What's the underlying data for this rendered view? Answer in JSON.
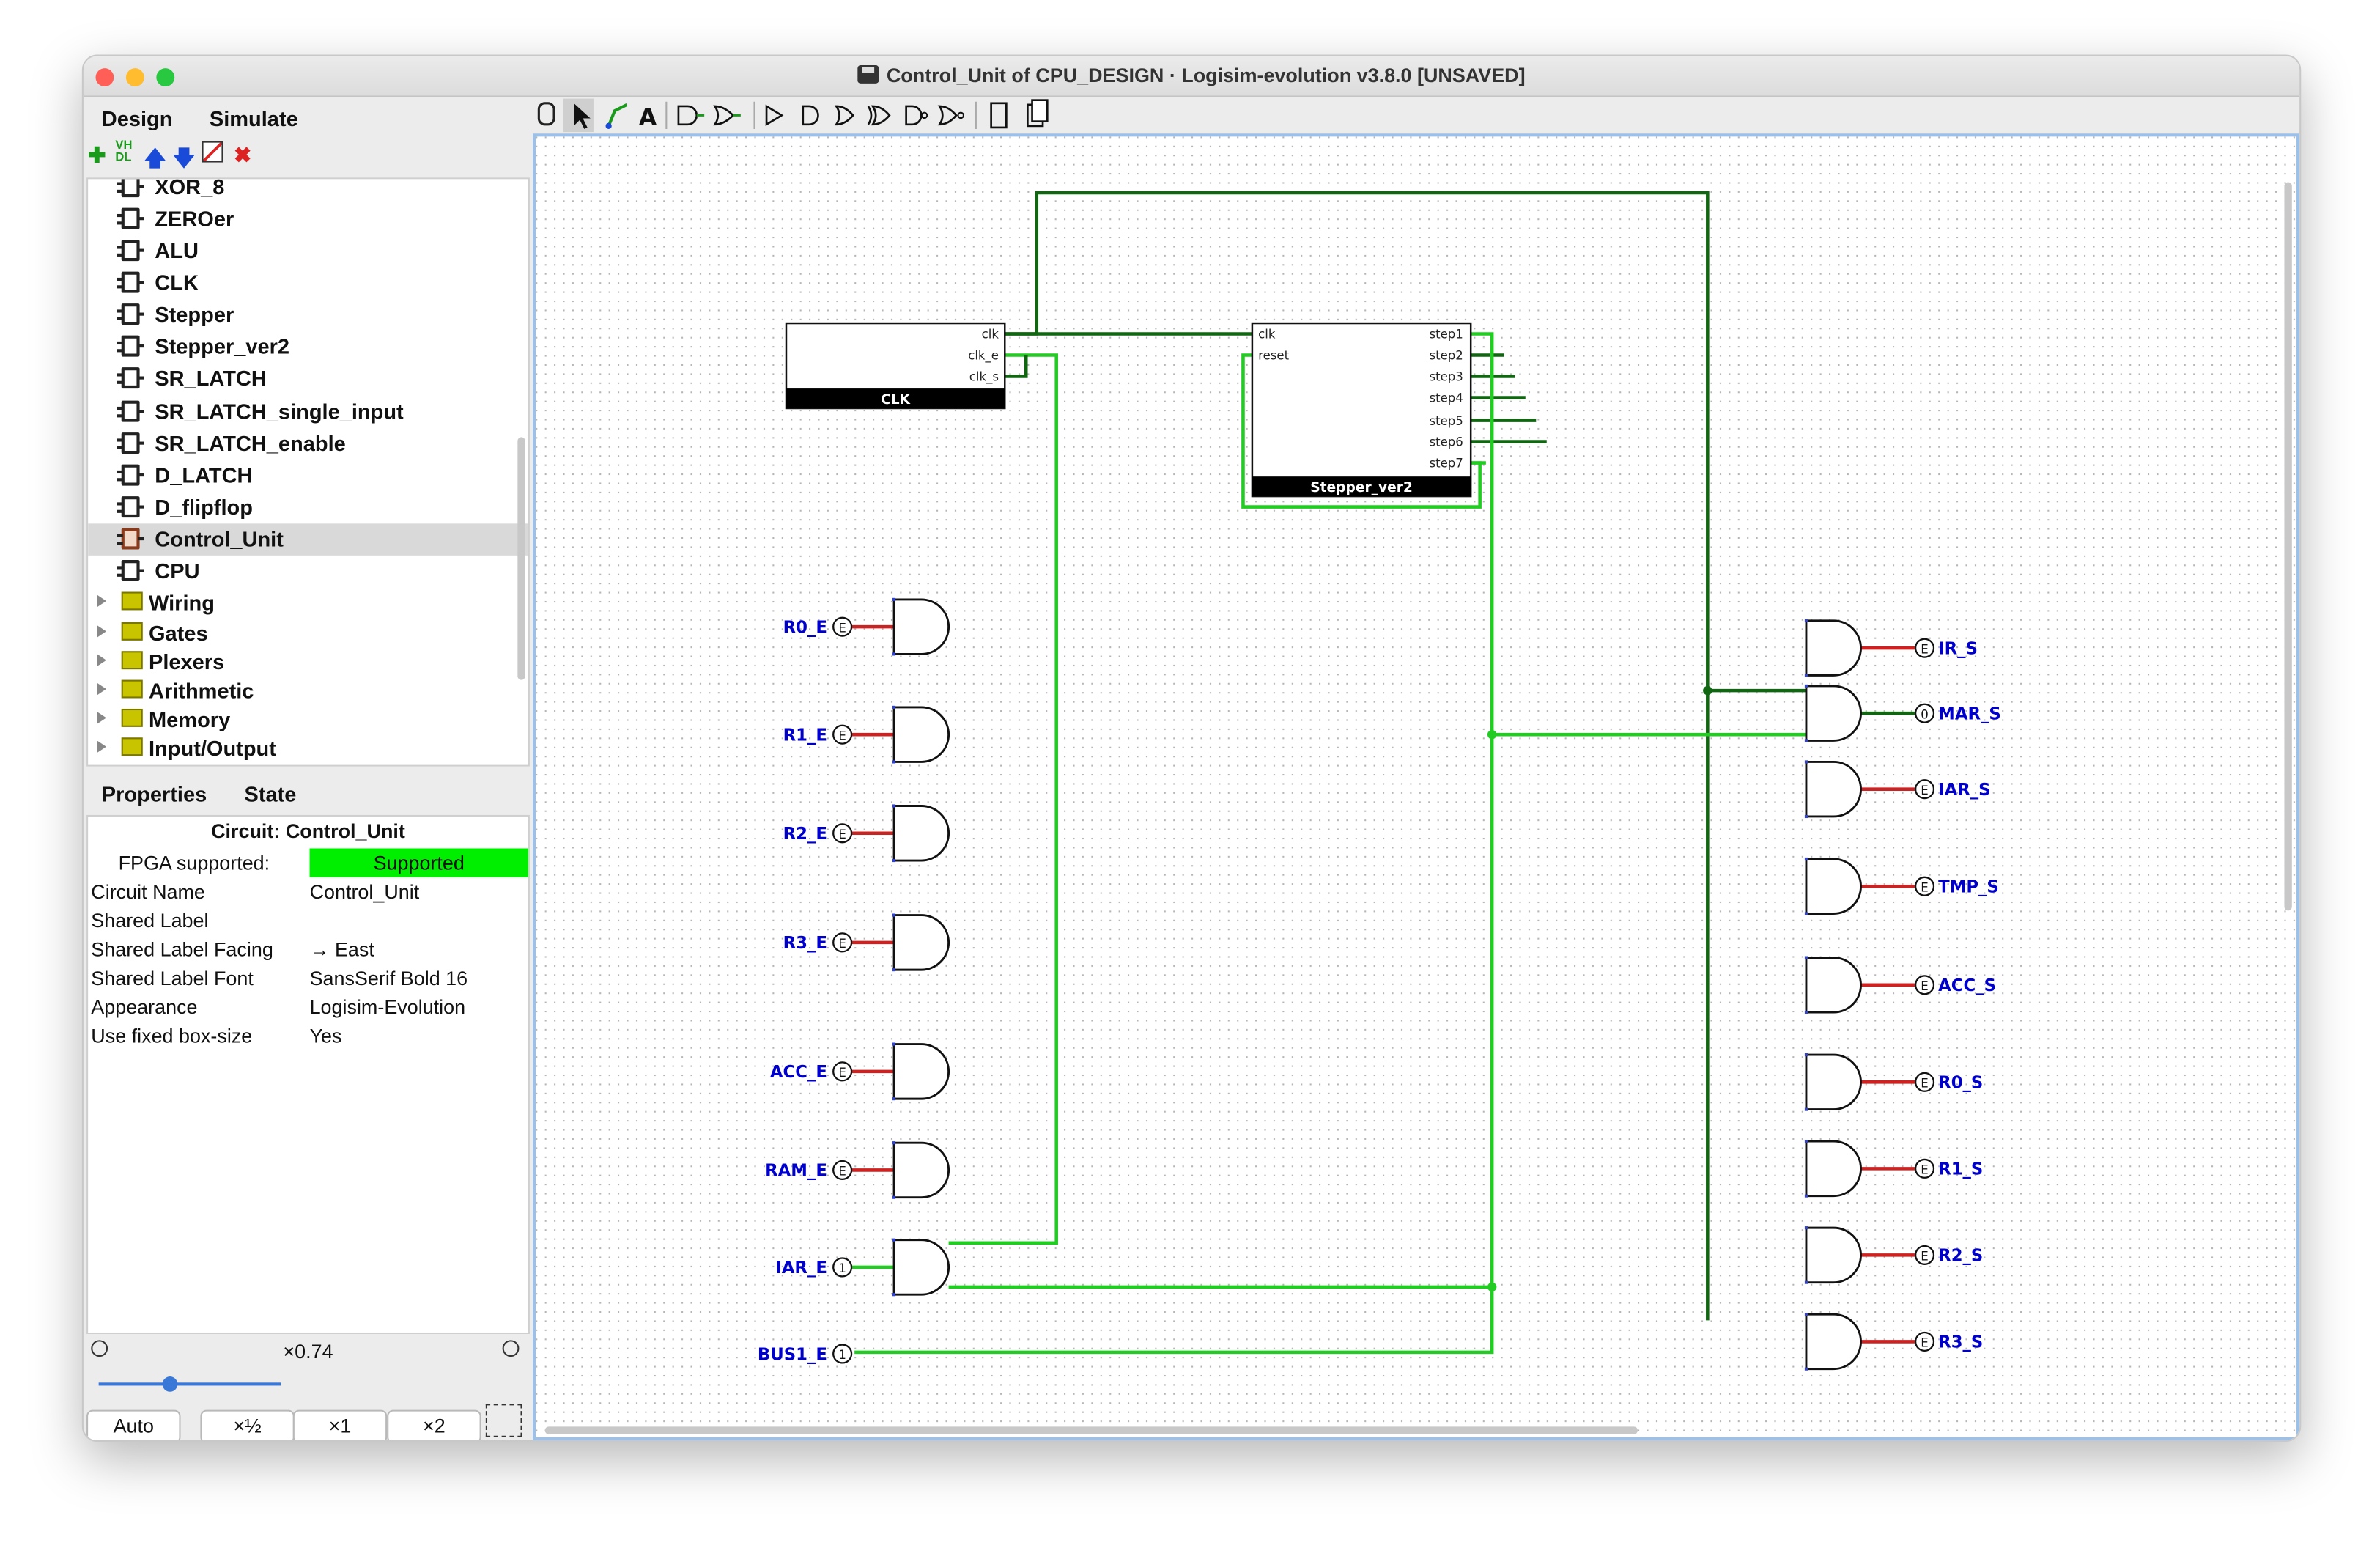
{
  "window": {
    "title": "Control_Unit of CPU_DESIGN · Logisim-evolution v3.8.0 [UNSAVED]"
  },
  "tabs": {
    "design": "Design",
    "simulate": "Simulate"
  },
  "explorer": {
    "items": [
      {
        "label": "XOR_8",
        "kind": "circuit"
      },
      {
        "label": "ZEROer",
        "kind": "circuit"
      },
      {
        "label": "ALU",
        "kind": "circuit"
      },
      {
        "label": "CLK",
        "kind": "circuit"
      },
      {
        "label": "Stepper",
        "kind": "circuit"
      },
      {
        "label": "Stepper_ver2",
        "kind": "circuit"
      },
      {
        "label": "SR_LATCH",
        "kind": "circuit"
      },
      {
        "label": "SR_LATCH_single_input",
        "kind": "circuit"
      },
      {
        "label": "SR_LATCH_enable",
        "kind": "circuit"
      },
      {
        "label": "D_LATCH",
        "kind": "circuit"
      },
      {
        "label": "D_flipflop",
        "kind": "circuit"
      },
      {
        "label": "Control_Unit",
        "kind": "circuit-main",
        "selected": true
      },
      {
        "label": "CPU",
        "kind": "circuit"
      },
      {
        "label": "Wiring",
        "kind": "folder"
      },
      {
        "label": "Gates",
        "kind": "folder"
      },
      {
        "label": "Plexers",
        "kind": "folder"
      },
      {
        "label": "Arithmetic",
        "kind": "folder"
      },
      {
        "label": "Memory",
        "kind": "folder"
      },
      {
        "label": "Input/Output",
        "kind": "folder"
      }
    ]
  },
  "properties": {
    "tab_properties": "Properties",
    "tab_state": "State",
    "title": "Circuit: Control_Unit",
    "rows": [
      {
        "key": "FPGA supported:",
        "value": "Supported"
      },
      {
        "key": "Circuit Name",
        "value": "Control_Unit"
      },
      {
        "key": "Shared Label",
        "value": ""
      },
      {
        "key": "Shared Label Facing",
        "value": "→ East"
      },
      {
        "key": "Shared Label Font",
        "value": "SansSerif Bold 16"
      },
      {
        "key": "Appearance",
        "value": "Logisim-Evolution"
      },
      {
        "key": "Use fixed box-size",
        "value": "Yes"
      }
    ]
  },
  "zoom": {
    "level": "×0.74",
    "buttons": [
      "Auto",
      "×½",
      "×1",
      "×2"
    ]
  },
  "canvas": {
    "clk_block": {
      "name": "CLK",
      "pins": [
        "clk",
        "clk_e",
        "clk_s"
      ]
    },
    "stepper_block": {
      "name": "Stepper_ver2",
      "inputs": [
        "clk",
        "reset"
      ],
      "outputs": [
        "step1",
        "step2",
        "step3",
        "step4",
        "step5",
        "step6",
        "step7"
      ]
    },
    "enable_outputs": [
      {
        "label": "R0_E",
        "state": "E"
      },
      {
        "label": "R1_E",
        "state": "E"
      },
      {
        "label": "R2_E",
        "state": "E"
      },
      {
        "label": "R3_E",
        "state": "E"
      },
      {
        "label": "ACC_E",
        "state": "E"
      },
      {
        "label": "RAM_E",
        "state": "E"
      },
      {
        "label": "IAR_E",
        "state": "1"
      },
      {
        "label": "BUS1_E",
        "state": "1"
      }
    ],
    "set_outputs": [
      {
        "label": "IR_S",
        "state": "E"
      },
      {
        "label": "MAR_S",
        "state": "0"
      },
      {
        "label": "IAR_S",
        "state": "E"
      },
      {
        "label": "TMP_S",
        "state": "E"
      },
      {
        "label": "ACC_S",
        "state": "E"
      },
      {
        "label": "R0_S",
        "state": "E"
      },
      {
        "label": "R1_S",
        "state": "E"
      },
      {
        "label": "R2_S",
        "state": "E"
      },
      {
        "label": "R3_S",
        "state": "E"
      }
    ]
  },
  "colors": {
    "wire_high": "#22cc22",
    "wire_low": "#116611",
    "wire_error": "#cc2222",
    "pin_label": "#0000cc",
    "fpga_ok": "#00ee00"
  }
}
